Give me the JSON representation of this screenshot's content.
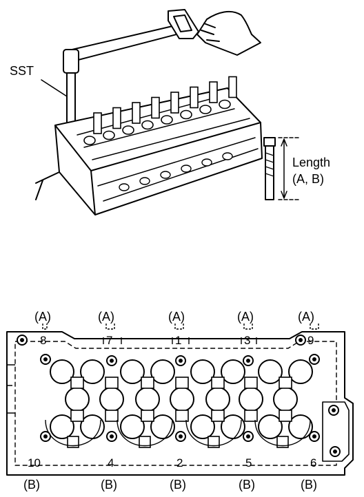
{
  "top_figure": {
    "sst_label": "SST",
    "length_label_line1": "Length",
    "length_label_line2": "(A, B)"
  },
  "bolt_diagram": {
    "top_labels": [
      "(A)",
      "(A)",
      "(A)",
      "(A)",
      "(A)"
    ],
    "bottom_labels": [
      "(B)",
      "(B)",
      "(B)",
      "(B)",
      "(B)"
    ],
    "top_numbers": [
      "8",
      "7",
      "1",
      "3",
      "9"
    ],
    "bottom_numbers": [
      "10",
      "4",
      "2",
      "5",
      "6"
    ]
  }
}
